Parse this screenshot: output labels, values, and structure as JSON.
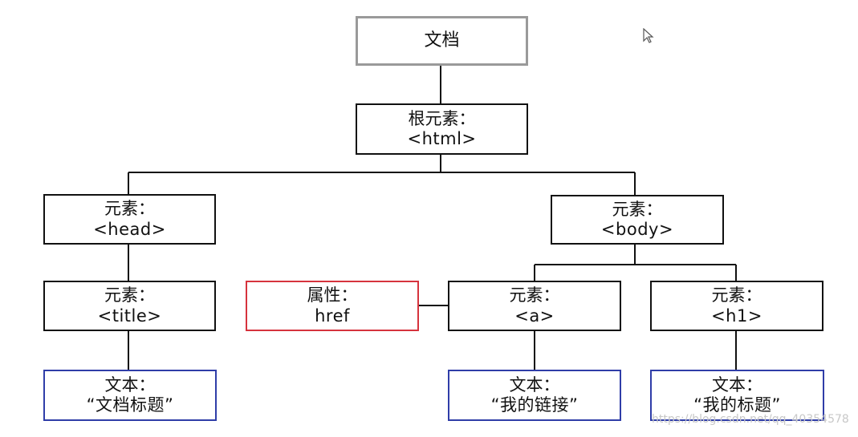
{
  "diagram": {
    "document_node": {
      "line1": "文档"
    },
    "root_node": {
      "line1": "根元素：",
      "line2": "<html>"
    },
    "head_node": {
      "line1": "元素：",
      "line2": "<head>"
    },
    "body_node": {
      "line1": "元素：",
      "line2": "<body>"
    },
    "title_node": {
      "line1": "元素：",
      "line2": "<title>"
    },
    "attr_node": {
      "line1": "属性：",
      "line2": "href"
    },
    "a_node": {
      "line1": "元素：",
      "line2": "<a>"
    },
    "h1_node": {
      "line1": "元素：",
      "line2": "<h1>"
    },
    "text_title_node": {
      "line1": "文本：",
      "line2": "“文档标题”"
    },
    "text_link_node": {
      "line1": "文本：",
      "line2": "“我的链接”"
    },
    "text_heading_node": {
      "line1": "文本：",
      "line2": "“我的标题”"
    }
  },
  "watermark": "https://blog.csdn.net/qq_40354578",
  "colors": {
    "document_border": "#9a9a9a",
    "element_border": "#111111",
    "attribute_border": "#d6333d",
    "text_border": "#2f3da8"
  },
  "icons": {
    "cursor": "mouse-pointer-icon"
  }
}
